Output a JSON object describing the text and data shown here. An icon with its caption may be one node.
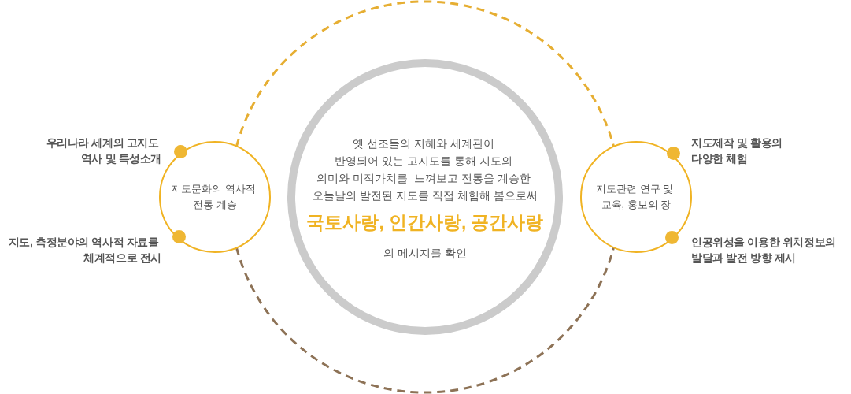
{
  "diagram": {
    "nodes": [
      {
        "text": [
          "지도문화의 역사적 전통 계승"
        ],
        "beside": [
          "우리나라 세계의 고지도 역사 및 특성소개",
          "지도, 측정분야의 역사적 자료를 체계적으로 전시"
        ]
      },
      {
        "text": [
          "옛 선조들의 지혜와 세계관이 반영되어 있는 고지도를 통해 지도의 의미와 미적가치를  느껴보고 전통을 계승한 오늘날의 발전된 지도를 직접 체험해 봄으로써",
          "국토사랑, 인간사랑, 공간사랑",
          "의 메시지를 확인"
        ]
      },
      {
        "text": [
          "지도관련 연구 및 교육, 홍보의 장"
        ],
        "beside": [
          "지도제작 및 활용의 다양한 체험",
          "인공위성을 이용한 위치정보의 발달과 발전 방향 제시"
        ]
      }
    ],
    "edges": [
      {
        "from": 0,
        "to": 2,
        "arrow": "none",
        "style": "dashed",
        "color": "#e6ae32"
      },
      {
        "from": 0,
        "to": 2,
        "arrow": "none",
        "style": "dashed",
        "color": "#8d7256"
      }
    ]
  }
}
